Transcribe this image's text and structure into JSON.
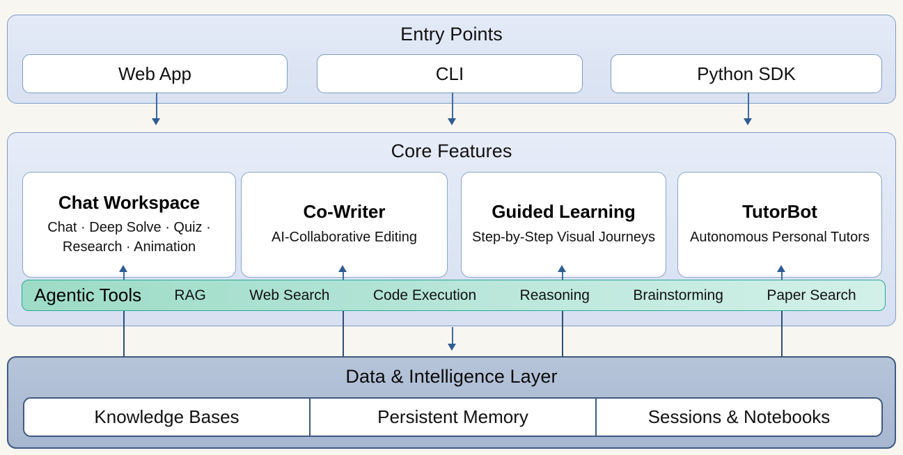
{
  "page": {
    "background": "#f7f6f0",
    "accent_blue": "#7e9bc4",
    "accent_teal": "#27a894",
    "arrow_color": "#2f5c92"
  },
  "entry_points": {
    "title": "Entry Points",
    "items": [
      {
        "label": "Web App"
      },
      {
        "label": "CLI"
      },
      {
        "label": "Python SDK"
      }
    ]
  },
  "core_features": {
    "title": "Core Features",
    "cards": [
      {
        "title": "Chat Workspace",
        "subtitle": "Chat · Deep Solve · Quiz · Research · Animation"
      },
      {
        "title": "Co-Writer",
        "subtitle": "AI-Collaborative Editing"
      },
      {
        "title": "Guided Learning",
        "subtitle": "Step-by-Step Visual Journeys"
      },
      {
        "title": "TutorBot",
        "subtitle": "Autonomous Personal Tutors"
      }
    ]
  },
  "agentic_tools": {
    "heading": "Agentic Tools",
    "tools": [
      {
        "label": "RAG"
      },
      {
        "label": "Web Search"
      },
      {
        "label": "Code Execution"
      },
      {
        "label": "Reasoning"
      },
      {
        "label": "Brainstorming"
      },
      {
        "label": "Paper Search"
      }
    ]
  },
  "data_layer": {
    "title": "Data & Intelligence Layer",
    "stores": [
      {
        "label": "Knowledge Bases"
      },
      {
        "label": "Persistent Memory"
      },
      {
        "label": "Sessions & Notebooks"
      }
    ]
  }
}
